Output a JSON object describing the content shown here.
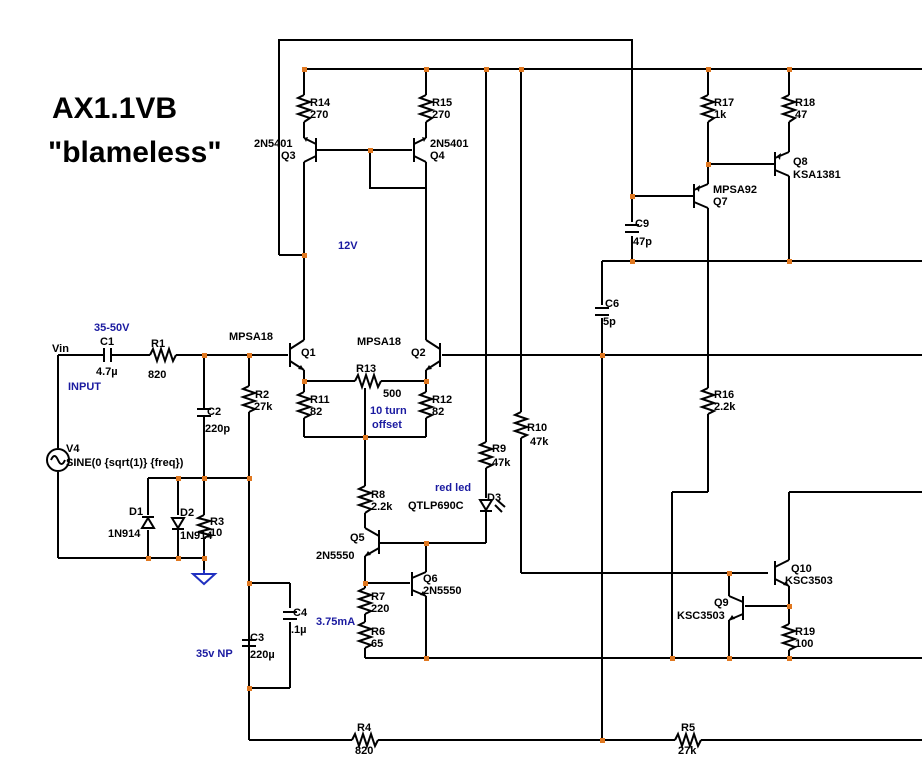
{
  "title": {
    "line1": "AX1.1VB",
    "line2": "\"blameless\""
  },
  "nets": {
    "vin": "Vin"
  },
  "notes": {
    "v_range": "35-50V",
    "input": "INPUT",
    "v12": "12V",
    "offset_1": "10 turn",
    "offset_2": "offset",
    "red_led": "red led",
    "current": "3.75mA",
    "np": "35v NP"
  },
  "components": {
    "C1": {
      "ref": "C1",
      "value": "4.7µ"
    },
    "R1": {
      "ref": "R1",
      "value": "820"
    },
    "R2": {
      "ref": "R2",
      "value": "27k"
    },
    "C2": {
      "ref": "C2",
      "value": "220p"
    },
    "V4": {
      "ref": "V4",
      "value": "SINE(0 {sqrt(1)} {freq})"
    },
    "D1": {
      "ref": "D1",
      "value": "1N914"
    },
    "D2": {
      "ref": "D2",
      "value": "1N914"
    },
    "R3": {
      "ref": "R3",
      "value": "10"
    },
    "R14": {
      "ref": "R14",
      "value": "270"
    },
    "R15": {
      "ref": "R15",
      "value": "270"
    },
    "Q3": {
      "ref": "Q3",
      "value": "2N5401"
    },
    "Q4": {
      "ref": "Q4",
      "value": "2N5401"
    },
    "Q1": {
      "ref": "Q1",
      "value": "MPSA18"
    },
    "Q2": {
      "ref": "Q2",
      "value": "MPSA18"
    },
    "R13": {
      "ref": "R13",
      "value": "500"
    },
    "R11": {
      "ref": "R11",
      "value": "82"
    },
    "R12": {
      "ref": "R12",
      "value": "82"
    },
    "R8": {
      "ref": "R8",
      "value": "2.2k"
    },
    "R9": {
      "ref": "R9",
      "value": "47k"
    },
    "D3": {
      "ref": "D3",
      "value": "QTLP690C"
    },
    "Q5": {
      "ref": "Q5",
      "value": "2N5550"
    },
    "Q6": {
      "ref": "Q6",
      "value": "2N5550"
    },
    "R7": {
      "ref": "R7",
      "value": "220"
    },
    "R6": {
      "ref": "R6",
      "value": "65"
    },
    "C4": {
      "ref": "C4",
      "value": ".1µ"
    },
    "C3": {
      "ref": "C3",
      "value": "220µ"
    },
    "R4": {
      "ref": "R4",
      "value": "820"
    },
    "R10": {
      "ref": "R10",
      "value": "47k"
    },
    "C6": {
      "ref": "C6",
      "value": "5p"
    },
    "C9": {
      "ref": "C9",
      "value": "47p"
    },
    "R17": {
      "ref": "R17",
      "value": "1k"
    },
    "R18": {
      "ref": "R18",
      "value": "47"
    },
    "Q7": {
      "ref": "Q7",
      "value": "MPSA92"
    },
    "Q8": {
      "ref": "Q8",
      "value": "KSA1381"
    },
    "R16": {
      "ref": "R16",
      "value": "2.2k"
    },
    "Q10": {
      "ref": "Q10",
      "value": "KSC3503"
    },
    "Q9": {
      "ref": "Q9",
      "value": "KSC3503"
    },
    "R19": {
      "ref": "R19",
      "value": "100"
    },
    "R5": {
      "ref": "R5",
      "value": "27k"
    }
  }
}
